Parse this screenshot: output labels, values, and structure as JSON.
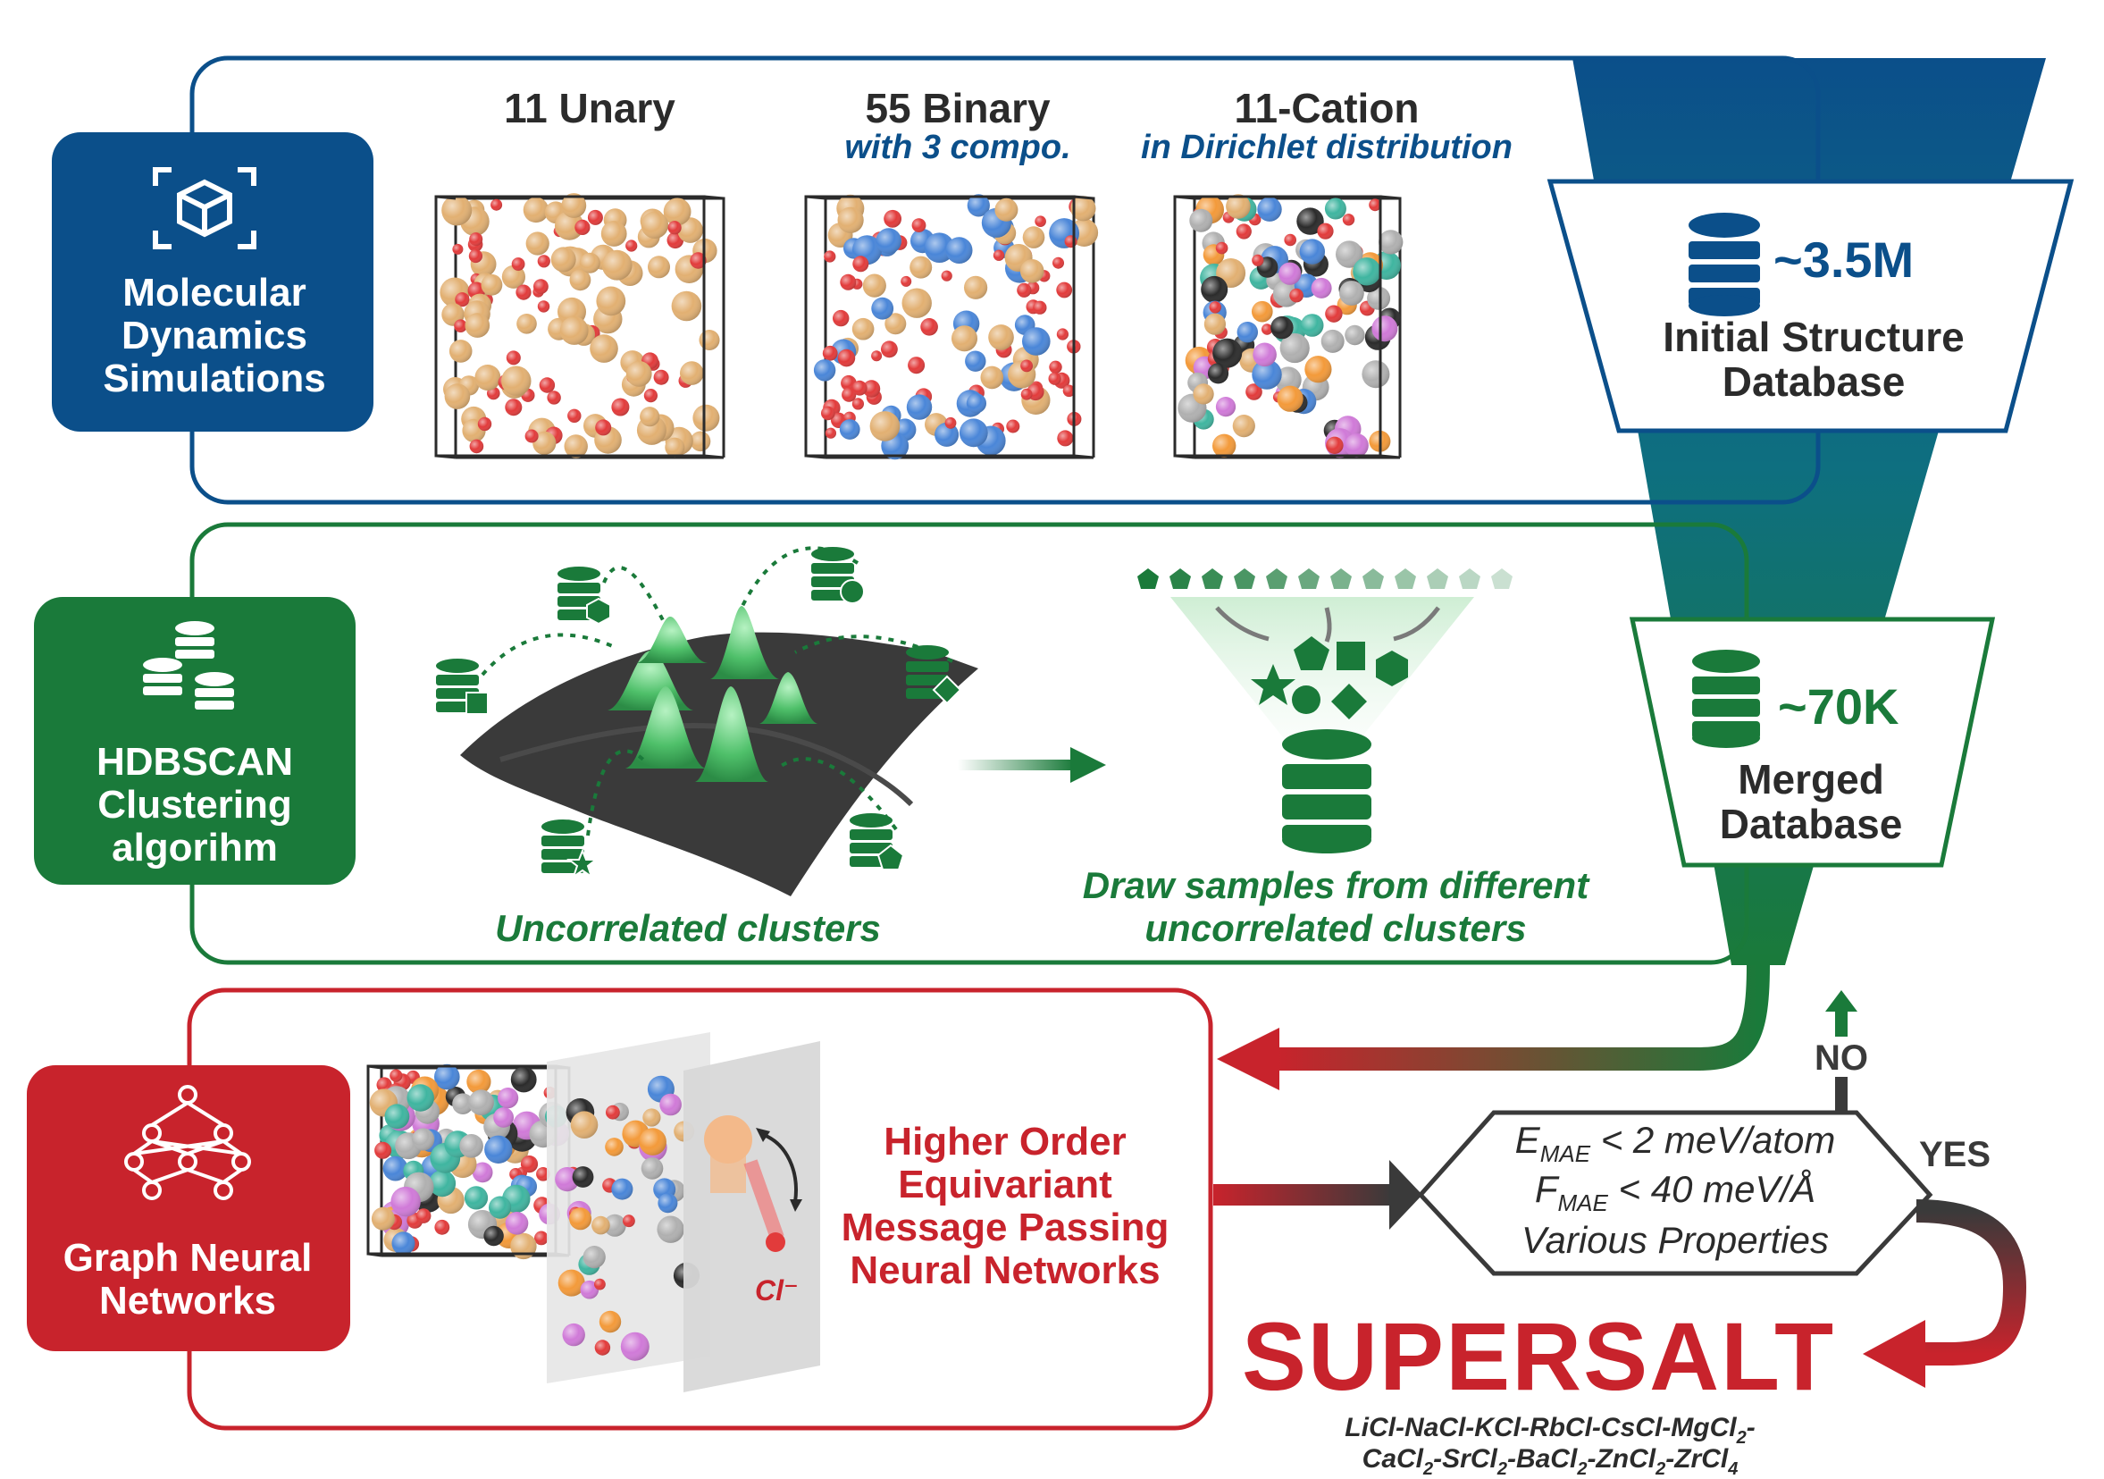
{
  "colors": {
    "blue": "#0b4f8a",
    "teal": "#0e6f80",
    "green": "#1a7a3a",
    "red": "#c8232c",
    "dark": "#2b2b2b",
    "atom_tan": "#e2b072",
    "atom_red": "#e23b3b",
    "atom_blue": "#4a86d8"
  },
  "md": {
    "label_line1": "Molecular",
    "label_line2": "Dynamics",
    "label_line3": "Simulations",
    "icon": "cube-in-frame-icon",
    "systems": [
      {
        "title": "11 Unary",
        "subtitle": ""
      },
      {
        "title": "55 Binary",
        "subtitle": "with 3 compo."
      },
      {
        "title": "11-Cation",
        "subtitle": "in Dirichlet distribution"
      }
    ]
  },
  "initial_db": {
    "count": "~3.5M",
    "label_line1": "Initial Structure",
    "label_line2": "Database",
    "icon": "database-icon"
  },
  "hdbscan": {
    "label_line1": "HDBSCAN",
    "label_line2": "Clustering",
    "label_line3": "algorihm",
    "icon": "database-stack-icon",
    "clusters_caption": "Uncorrelated clusters",
    "draw_caption_line1": "Draw samples from different",
    "draw_caption_line2": "uncorrelated clusters"
  },
  "merged_db": {
    "count": "~70K",
    "label_line1": "Merged",
    "label_line2": "Database",
    "icon": "database-icon"
  },
  "gnn": {
    "label_line1": "Graph Neural",
    "label_line2": "Networks",
    "icon": "neural-network-icon",
    "model_line1": "Higher Order",
    "model_line2": "Equivariant",
    "model_line3": "Message Passing",
    "model_line4": "Neural Networks",
    "ion_label": "Cl⁻"
  },
  "criteria": {
    "line1": "E_MAE < 2 meV/atom",
    "line2": "F_MAE < 40 meV/Å",
    "line3": "Various Properties",
    "no_label": "NO",
    "yes_label": "YES"
  },
  "result": {
    "name": "SUPERSALT",
    "formula_line1": "LiCl-NaCl-KCl-RbCl-CsCl-MgCl2-",
    "formula_line2": "CaCl2-SrCl2-BaCl2-ZnCl2-ZrCl4"
  }
}
